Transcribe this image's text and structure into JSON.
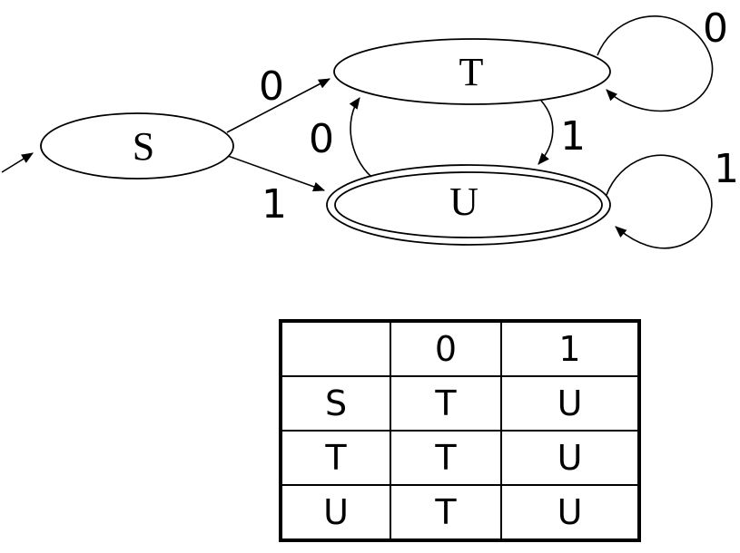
{
  "colors": {
    "ink": "#000000",
    "background": "#ffffff"
  },
  "diagram": {
    "type": "finite-state-automaton",
    "states": {
      "S": {
        "label": "S",
        "accepting": false,
        "is_start": true
      },
      "T": {
        "label": "T",
        "accepting": false,
        "is_start": false
      },
      "U": {
        "label": "U",
        "accepting": true,
        "is_start": false
      }
    },
    "transitions": [
      {
        "from": "S",
        "on": "0",
        "to": "T"
      },
      {
        "from": "S",
        "on": "1",
        "to": "U"
      },
      {
        "from": "U",
        "on": "0",
        "to": "T"
      },
      {
        "from": "T",
        "on": "1",
        "to": "U"
      },
      {
        "from": "T",
        "on": "0",
        "to": "T"
      },
      {
        "from": "U",
        "on": "1",
        "to": "U"
      }
    ]
  },
  "table": {
    "headers": [
      "",
      "0",
      "1"
    ],
    "rows": [
      [
        "S",
        "T",
        "U"
      ],
      [
        "T",
        "T",
        "U"
      ],
      [
        "U",
        "T",
        "U"
      ]
    ]
  }
}
